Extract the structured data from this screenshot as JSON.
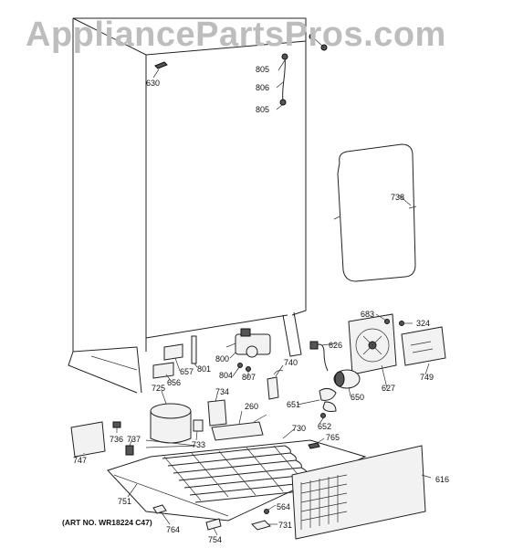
{
  "watermark": "AppliancePartsPros.com",
  "art_number": "(ART NO. WR18224 C47)",
  "parts": {
    "p630": "630",
    "p805a": "805",
    "p806": "806",
    "p805b": "805",
    "p738": "738",
    "p683": "683",
    "p324": "324",
    "p626": "626",
    "p800": "800",
    "p801": "801",
    "p657": "657",
    "p656": "656",
    "p804": "804",
    "p807": "807",
    "p740": "740",
    "p749": "749",
    "p627": "627",
    "p650": "650",
    "p651": "651",
    "p652": "652",
    "p725": "725",
    "p734": "734",
    "p260": "260",
    "p730": "730",
    "p765": "765",
    "p736": "736",
    "p737": "737",
    "p733": "733",
    "p747": "747",
    "p751": "751",
    "p616": "616",
    "p564": "564",
    "p731": "731",
    "p764": "764",
    "p754": "754"
  }
}
